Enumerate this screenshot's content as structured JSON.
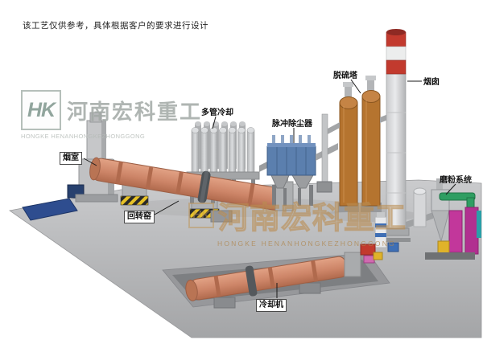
{
  "disclaimer": "该工艺仅供参考，具体根据客户的要求进行设计",
  "brand": {
    "monogram": "HK",
    "company_cn": "河南宏科重工",
    "company_en": "HONGKE HENANHONGKEZHONGGONG"
  },
  "watermark": {
    "monogram": "HK",
    "company_cn": "河南宏科重工",
    "company_en": "HONGKE HENANHONGKEZHONGGONG"
  },
  "labels": {
    "smoke_chamber": "烟室",
    "rotary_kiln": "回转窑",
    "multi_tube_cooler": "多管冷却",
    "pulse_dust_collector": "脉冲除尘器",
    "desulfurization_tower": "脱硫塔",
    "chimney": "烟囱",
    "grinding_system": "磨粉系统",
    "cooling_machine": "冷却机"
  },
  "colors": {
    "kiln_body": "#cf8b6d",
    "dust_collector": "#5b7fae",
    "tower_body": "#b5742f",
    "chimney_red": "#c23a2e",
    "green_pipe": "#2f9e62",
    "magenta_unit": "#c2379b",
    "blue_mat": "#2e4d8f",
    "ground": "#b9babc"
  }
}
